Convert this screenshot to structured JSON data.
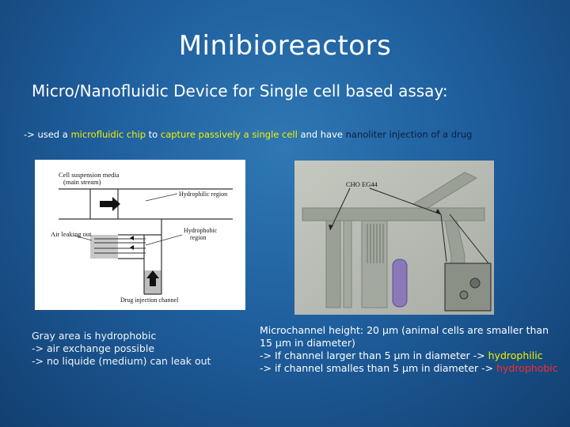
{
  "slide": {
    "title": "Minibioreactors",
    "subtitle": "Micro/Nanofluidic Device for Single cell based assay:",
    "intro": {
      "p1": "-> used a ",
      "p2": "microfluidic chip",
      "p3": " to ",
      "p4": "capture passively a single cell",
      "p5": " and have ",
      "p6": "nanoliter injection of a drug"
    },
    "figure_left": {
      "label_media_1": "Cell suspension media",
      "label_media_2": "(main stream)",
      "label_hydrophilic": "Hydrophilic region",
      "label_air": "Air leaking out",
      "label_hydrophobic_1": "Hydrophobic",
      "label_hydrophobic_2": "region",
      "label_drug": "Drug injection channel"
    },
    "figure_right": {
      "label_cell": "CHO EG44"
    },
    "caption_left": {
      "line1": "Gray area is hydrophobic",
      "line2": "-> air exchange possible",
      "line3": "-> no liquide (medium) can leak out"
    },
    "caption_right": {
      "line1": "Microchannel height: 20 µm (animal cells are smaller than",
      "line2": "15 µm in diameter)",
      "line3a": "-> If channel larger than 5 µm in diameter -> ",
      "line3b": "hydrophilic",
      "line4a": "-> if channel smalles than 5 µm in diameter -> ",
      "line4b": "hydrophobic"
    },
    "colors": {
      "highlight_yellow": "#f4f000",
      "highlight_dark": "#0b1f3a",
      "highlight_red": "#ff2a2a"
    }
  }
}
